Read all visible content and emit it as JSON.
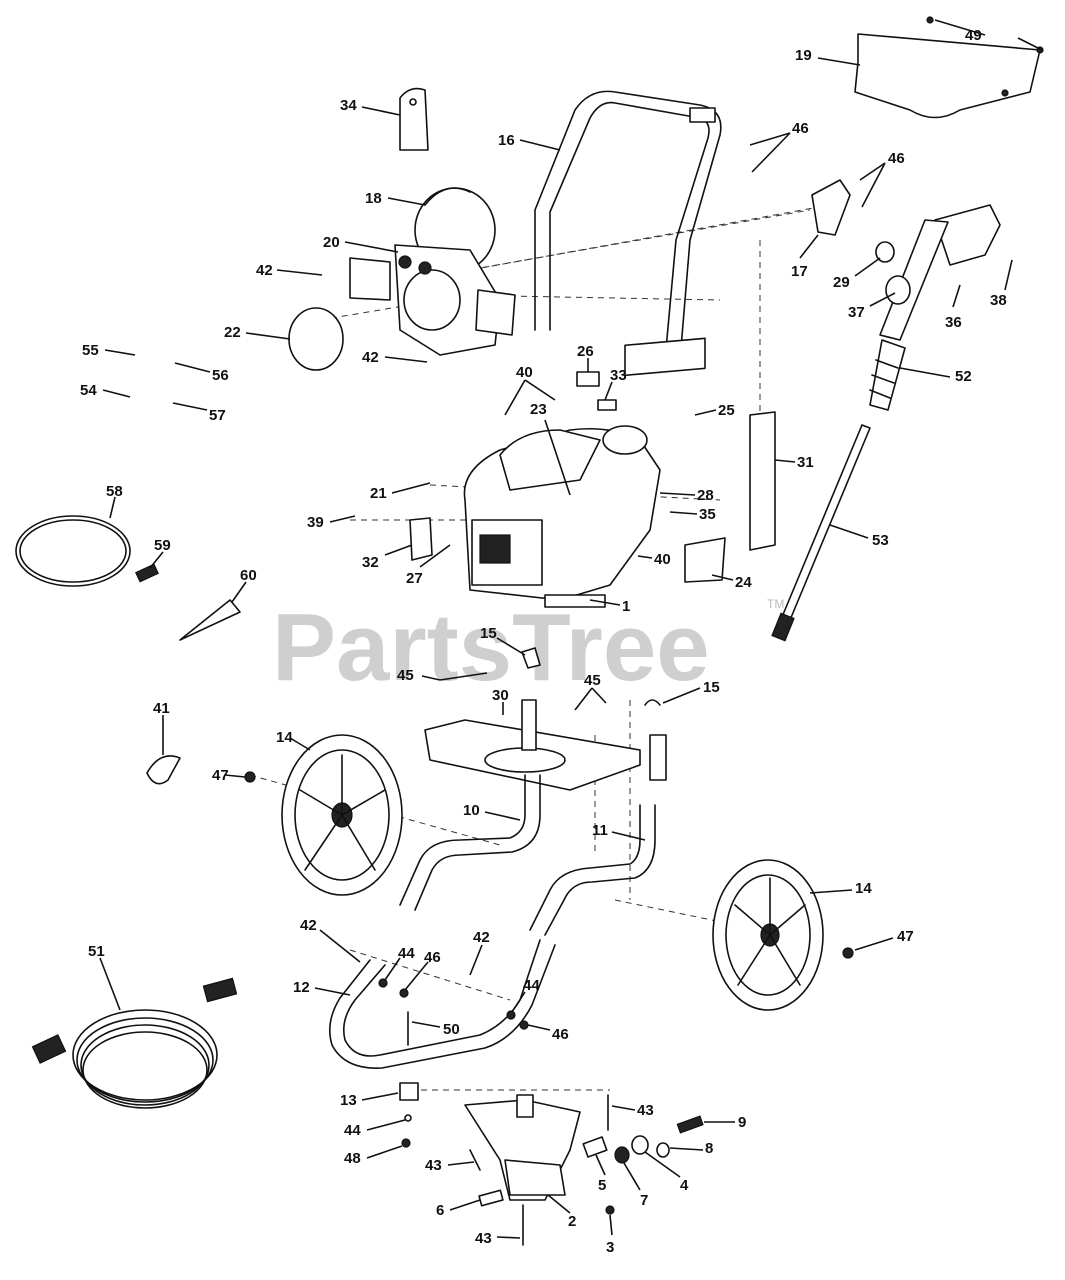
{
  "watermark": {
    "text": "PartsTree",
    "tm": "TM"
  },
  "callouts": [
    {
      "id": "c49",
      "num": "49"
    },
    {
      "id": "c19",
      "num": "19"
    },
    {
      "id": "c34",
      "num": "34"
    },
    {
      "id": "c16",
      "num": "16"
    },
    {
      "id": "c46a",
      "num": "46"
    },
    {
      "id": "c46b",
      "num": "46"
    },
    {
      "id": "c18",
      "num": "18"
    },
    {
      "id": "c20",
      "num": "20"
    },
    {
      "id": "c42a",
      "num": "42"
    },
    {
      "id": "c22",
      "num": "22"
    },
    {
      "id": "c42b",
      "num": "42"
    },
    {
      "id": "c17",
      "num": "17"
    },
    {
      "id": "c29",
      "num": "29"
    },
    {
      "id": "c38",
      "num": "38"
    },
    {
      "id": "c37",
      "num": "37"
    },
    {
      "id": "c36",
      "num": "36"
    },
    {
      "id": "c55",
      "num": "55"
    },
    {
      "id": "c56",
      "num": "56"
    },
    {
      "id": "c54",
      "num": "54"
    },
    {
      "id": "c57",
      "num": "57"
    },
    {
      "id": "c26",
      "num": "26"
    },
    {
      "id": "c40a",
      "num": "40"
    },
    {
      "id": "c33",
      "num": "33"
    },
    {
      "id": "c23",
      "num": "23"
    },
    {
      "id": "c25",
      "num": "25"
    },
    {
      "id": "c52",
      "num": "52"
    },
    {
      "id": "c31",
      "num": "31"
    },
    {
      "id": "c21",
      "num": "21"
    },
    {
      "id": "c28",
      "num": "28"
    },
    {
      "id": "c39",
      "num": "39"
    },
    {
      "id": "c35",
      "num": "35"
    },
    {
      "id": "c58",
      "num": "58"
    },
    {
      "id": "c32",
      "num": "32"
    },
    {
      "id": "c27",
      "num": "27"
    },
    {
      "id": "c40b",
      "num": "40"
    },
    {
      "id": "c53",
      "num": "53"
    },
    {
      "id": "c59",
      "num": "59"
    },
    {
      "id": "c24",
      "num": "24"
    },
    {
      "id": "c60",
      "num": "60"
    },
    {
      "id": "c1",
      "num": "1"
    },
    {
      "id": "c15a",
      "num": "15"
    },
    {
      "id": "c45a",
      "num": "45"
    },
    {
      "id": "c45b",
      "num": "45"
    },
    {
      "id": "c15b",
      "num": "15"
    },
    {
      "id": "c41",
      "num": "41"
    },
    {
      "id": "c30",
      "num": "30"
    },
    {
      "id": "c14a",
      "num": "14"
    },
    {
      "id": "c47a",
      "num": "47"
    },
    {
      "id": "c10",
      "num": "10"
    },
    {
      "id": "c11",
      "num": "11"
    },
    {
      "id": "c14b",
      "num": "14"
    },
    {
      "id": "c47b",
      "num": "47"
    },
    {
      "id": "c42c",
      "num": "42"
    },
    {
      "id": "c42d",
      "num": "42"
    },
    {
      "id": "c51",
      "num": "51"
    },
    {
      "id": "c44a",
      "num": "44"
    },
    {
      "id": "c46c",
      "num": "46"
    },
    {
      "id": "c12",
      "num": "12"
    },
    {
      "id": "c44b",
      "num": "44"
    },
    {
      "id": "c50",
      "num": "50"
    },
    {
      "id": "c46d",
      "num": "46"
    },
    {
      "id": "c13",
      "num": "13"
    },
    {
      "id": "c43a",
      "num": "43"
    },
    {
      "id": "c9",
      "num": "9"
    },
    {
      "id": "c44c",
      "num": "44"
    },
    {
      "id": "c8",
      "num": "8"
    },
    {
      "id": "c48",
      "num": "48"
    },
    {
      "id": "c43b",
      "num": "43"
    },
    {
      "id": "c5",
      "num": "5"
    },
    {
      "id": "c4",
      "num": "4"
    },
    {
      "id": "c7",
      "num": "7"
    },
    {
      "id": "c6",
      "num": "6"
    },
    {
      "id": "c2",
      "num": "2"
    },
    {
      "id": "c43c",
      "num": "43"
    },
    {
      "id": "c3",
      "num": "3"
    }
  ]
}
